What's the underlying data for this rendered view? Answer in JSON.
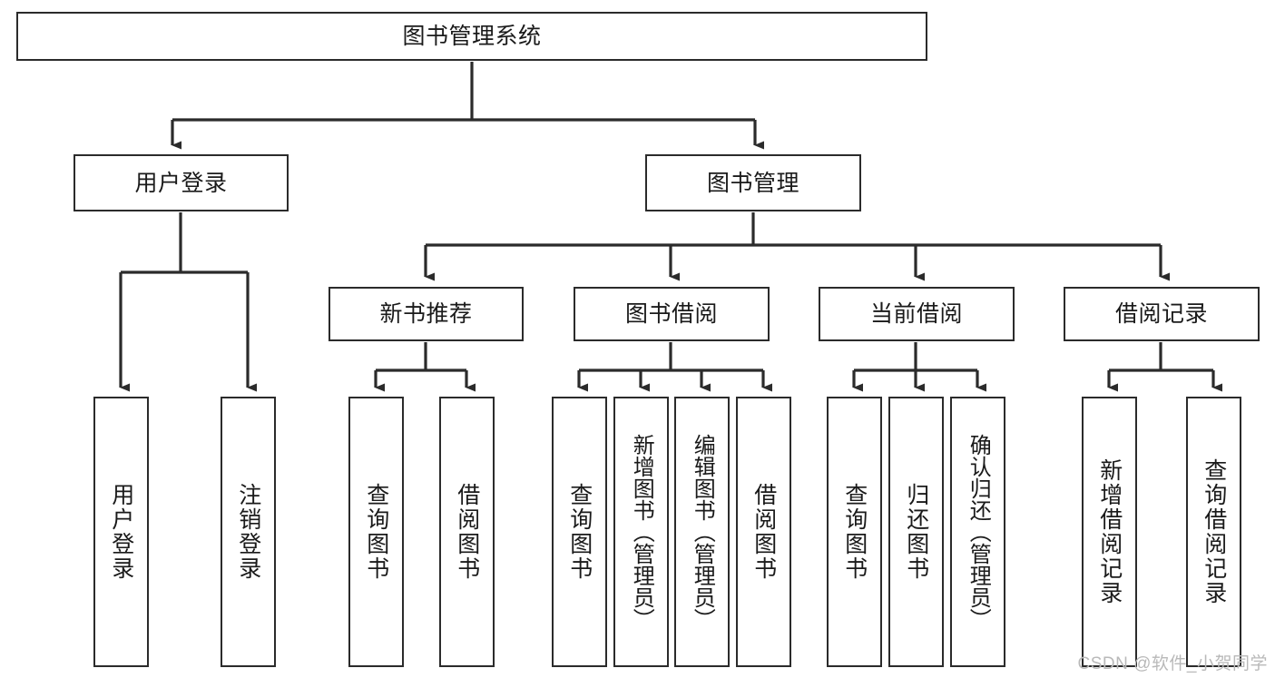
{
  "diagram": {
    "title": "图书管理系统",
    "type": "hierarchy-tree",
    "watermark": "CSDN @软件_小贺同学",
    "colors": {
      "border": "#2b2b2b",
      "background": "#ffffff",
      "text": "#1a1a1a",
      "watermark": "#b9b9b9"
    },
    "levels": {
      "root": {
        "label": "图书管理系统"
      },
      "level2": [
        {
          "label": "用户登录"
        },
        {
          "label": "图书管理"
        }
      ],
      "level3": [
        {
          "label": "新书推荐"
        },
        {
          "label": "图书借阅"
        },
        {
          "label": "当前借阅"
        },
        {
          "label": "借阅记录"
        }
      ],
      "leaves": {
        "user_login": [
          {
            "label": "用户登录"
          },
          {
            "label": "注销登录"
          }
        ],
        "new_book": [
          {
            "label": "查询图书"
          },
          {
            "label": "借阅图书"
          }
        ],
        "book_borrow": [
          {
            "label": "查询图书"
          },
          {
            "label": "新增图书（管理员）"
          },
          {
            "label": "编辑图书（管理员）"
          },
          {
            "label": "借阅图书"
          }
        ],
        "current_borrow": [
          {
            "label": "查询图书"
          },
          {
            "label": "归还图书"
          },
          {
            "label": "确认归还（管理员）"
          }
        ],
        "borrow_record": [
          {
            "label": "新增借阅记录"
          },
          {
            "label": "查询借阅记录"
          }
        ]
      }
    }
  }
}
